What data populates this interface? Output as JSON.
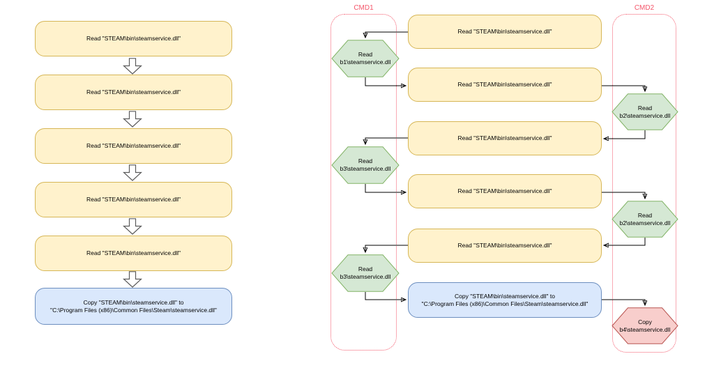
{
  "diagram": {
    "left_flow": {
      "read_boxes": [
        "Read \"STEAM\\bin\\steamservice.dll\"",
        "Read \"STEAM\\bin\\steamservice.dll\"",
        "Read \"STEAM\\bin\\steamservice.dll\"",
        "Read \"STEAM\\bin\\steamservice.dll\"",
        "Read \"STEAM\\bin\\steamservice.dll\""
      ],
      "copy_box": {
        "line1": "Copy \"STEAM\\bin\\steamservice.dll\" to",
        "line2": "\"C:\\Program Files (x86)\\Common Files\\Steam\\steamservice.dll\""
      }
    },
    "right_flow": {
      "read_boxes": [
        "Read \"STEAM\\bin\\steamservice.dll\"",
        "Read \"STEAM\\bin\\steamservice.dll\"",
        "Read \"STEAM\\bin\\steamservice.dll\"",
        "Read \"STEAM\\bin\\steamservice.dll\"",
        "Read \"STEAM\\bin\\steamservice.dll\""
      ],
      "copy_box": {
        "line1": "Copy \"STEAM\\bin\\steamservice.dll\" to",
        "line2": "\"C:\\Program Files (x86)\\Common Files\\Steam\\steamservice.dll\""
      },
      "cmd1": {
        "label": "CMD1",
        "hexagons": [
          {
            "line1": "Read",
            "line2": "b1\\steamservice.dll"
          },
          {
            "line1": "Read",
            "line2": "b3\\steamservice.dll"
          },
          {
            "line1": "Read",
            "line2": "b3\\steamservice.dll"
          }
        ]
      },
      "cmd2": {
        "label": "CMD2",
        "hexagons": [
          {
            "line1": "Read",
            "line2": "b2\\steamservice.dll"
          },
          {
            "line1": "Read",
            "line2": "b2\\steamservice.dll"
          },
          {
            "line1": "Copy",
            "line2": "b4\\steamservice.dll"
          }
        ]
      }
    },
    "colors": {
      "read_fill": "#fff2cc",
      "read_border": "#d6b656",
      "copy_fill": "#dae8fc",
      "copy_border": "#6c8ebf",
      "hex_read_fill": "#d5e8d4",
      "hex_read_border": "#82b366",
      "hex_copy_fill": "#f8cecc",
      "hex_copy_border": "#b85450",
      "container_border": "#f4566a",
      "connector": "#000000"
    }
  }
}
